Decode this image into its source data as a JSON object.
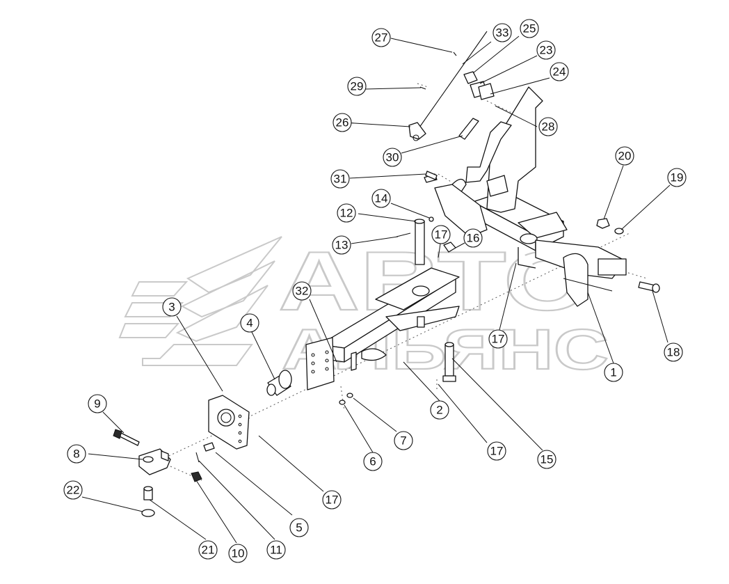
{
  "watermark": {
    "line1": "АВТО",
    "line2": "АЛЬЯНС"
  },
  "callouts": [
    {
      "id": "c1",
      "label": "1"
    },
    {
      "id": "c2",
      "label": "2"
    },
    {
      "id": "c3",
      "label": "3"
    },
    {
      "id": "c4",
      "label": "4"
    },
    {
      "id": "c5",
      "label": "5"
    },
    {
      "id": "c6",
      "label": "6"
    },
    {
      "id": "c7",
      "label": "7"
    },
    {
      "id": "c8",
      "label": "8"
    },
    {
      "id": "c9",
      "label": "9"
    },
    {
      "id": "c10",
      "label": "10"
    },
    {
      "id": "c11",
      "label": "11"
    },
    {
      "id": "c12",
      "label": "12"
    },
    {
      "id": "c13",
      "label": "13"
    },
    {
      "id": "c14",
      "label": "14"
    },
    {
      "id": "c15",
      "label": "15"
    },
    {
      "id": "c16",
      "label": "16"
    },
    {
      "id": "c17a",
      "label": "17"
    },
    {
      "id": "c17b",
      "label": "17"
    },
    {
      "id": "c17c",
      "label": "17"
    },
    {
      "id": "c17d",
      "label": "17"
    },
    {
      "id": "c18",
      "label": "18"
    },
    {
      "id": "c19",
      "label": "19"
    },
    {
      "id": "c20",
      "label": "20"
    },
    {
      "id": "c21",
      "label": "21"
    },
    {
      "id": "c22",
      "label": "22"
    },
    {
      "id": "c23",
      "label": "23"
    },
    {
      "id": "c24",
      "label": "24"
    },
    {
      "id": "c25",
      "label": "25"
    },
    {
      "id": "c26",
      "label": "26"
    },
    {
      "id": "c27",
      "label": "27"
    },
    {
      "id": "c28",
      "label": "28"
    },
    {
      "id": "c29",
      "label": "29"
    },
    {
      "id": "c30",
      "label": "30"
    },
    {
      "id": "c31",
      "label": "31"
    },
    {
      "id": "c32",
      "label": "32"
    },
    {
      "id": "c33",
      "label": "33"
    }
  ]
}
